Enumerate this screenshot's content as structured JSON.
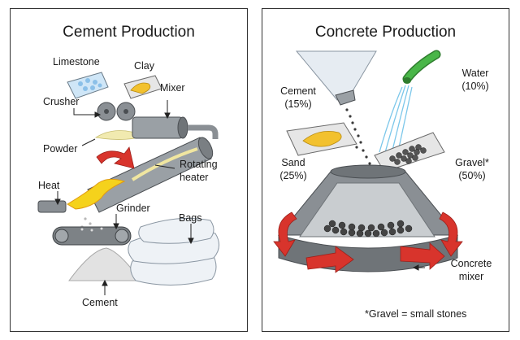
{
  "cement_panel": {
    "title": "Cement Production",
    "labels": {
      "limestone": "Limestone",
      "clay": "Clay",
      "crusher": "Crusher",
      "mixer": "Mixer",
      "powder": "Powder",
      "rotating_heater_1": "Rotating",
      "rotating_heater_2": "heater",
      "heat": "Heat",
      "grinder": "Grinder",
      "bags": "Bags",
      "cement": "Cement"
    }
  },
  "concrete_panel": {
    "title": "Concrete Production",
    "ingredients": {
      "cement": {
        "name": "Cement",
        "share": "(15%)"
      },
      "water": {
        "name": "Water",
        "share": "(10%)"
      },
      "sand": {
        "name": "Sand",
        "share": "(25%)"
      },
      "gravel": {
        "name": "Gravel*",
        "share": "(50%)"
      }
    },
    "mixer_label_1": "Concrete",
    "mixer_label_2": "mixer",
    "footnote": "*Gravel = small stones"
  },
  "colors": {
    "steel": "#8a8f94",
    "steel_dark": "#5f6468",
    "arrow_red": "#d8342c",
    "clay_yellow": "#f2c12e",
    "flame": "#f5d21c",
    "water_green": "#49b648",
    "water_blue": "#7cc7ea",
    "limestone_blue": "#a9d3f0"
  }
}
